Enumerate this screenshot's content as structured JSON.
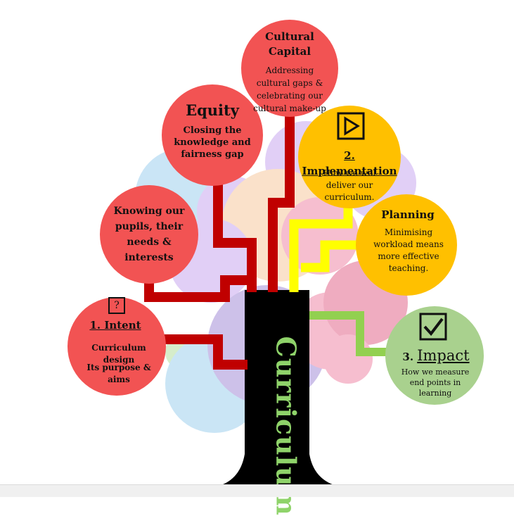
{
  "trunk": {
    "label": "Curriculum"
  },
  "nodes": {
    "cultural_capital": {
      "title": "Cultural Capital",
      "body": "Addressing cultural gaps & celebrating our cultural make-up"
    },
    "equity": {
      "title": "Equity",
      "body": "Closing the knowledge and fairness gap"
    },
    "implementation": {
      "title": "2. Implementation",
      "body": "How we will deliver our curriculum."
    },
    "knowing": {
      "title": "Knowing our pupils, their needs & interests"
    },
    "planning": {
      "title": "Planning",
      "body": "Minimising workload means more effective teaching."
    },
    "intent": {
      "title": "1. Intent",
      "line1": "Curriculum design",
      "line2": "Its purpose & aims",
      "icon": "?"
    },
    "impact": {
      "prefix": "3.",
      "title": "Impact",
      "body": "How we measure end points in learning"
    }
  },
  "colors": {
    "red_node": "#f25353",
    "amber_node": "#ffc000",
    "green_node": "#a9d18e",
    "branch_red": "#c00000",
    "branch_yellow": "#ffff00",
    "branch_green": "#92d050",
    "trunk": "#000000",
    "trunk_text": "#8fd36a"
  },
  "icons": {
    "implementation": "play-icon",
    "impact": "checkmark-icon",
    "intent": "question-icon"
  }
}
